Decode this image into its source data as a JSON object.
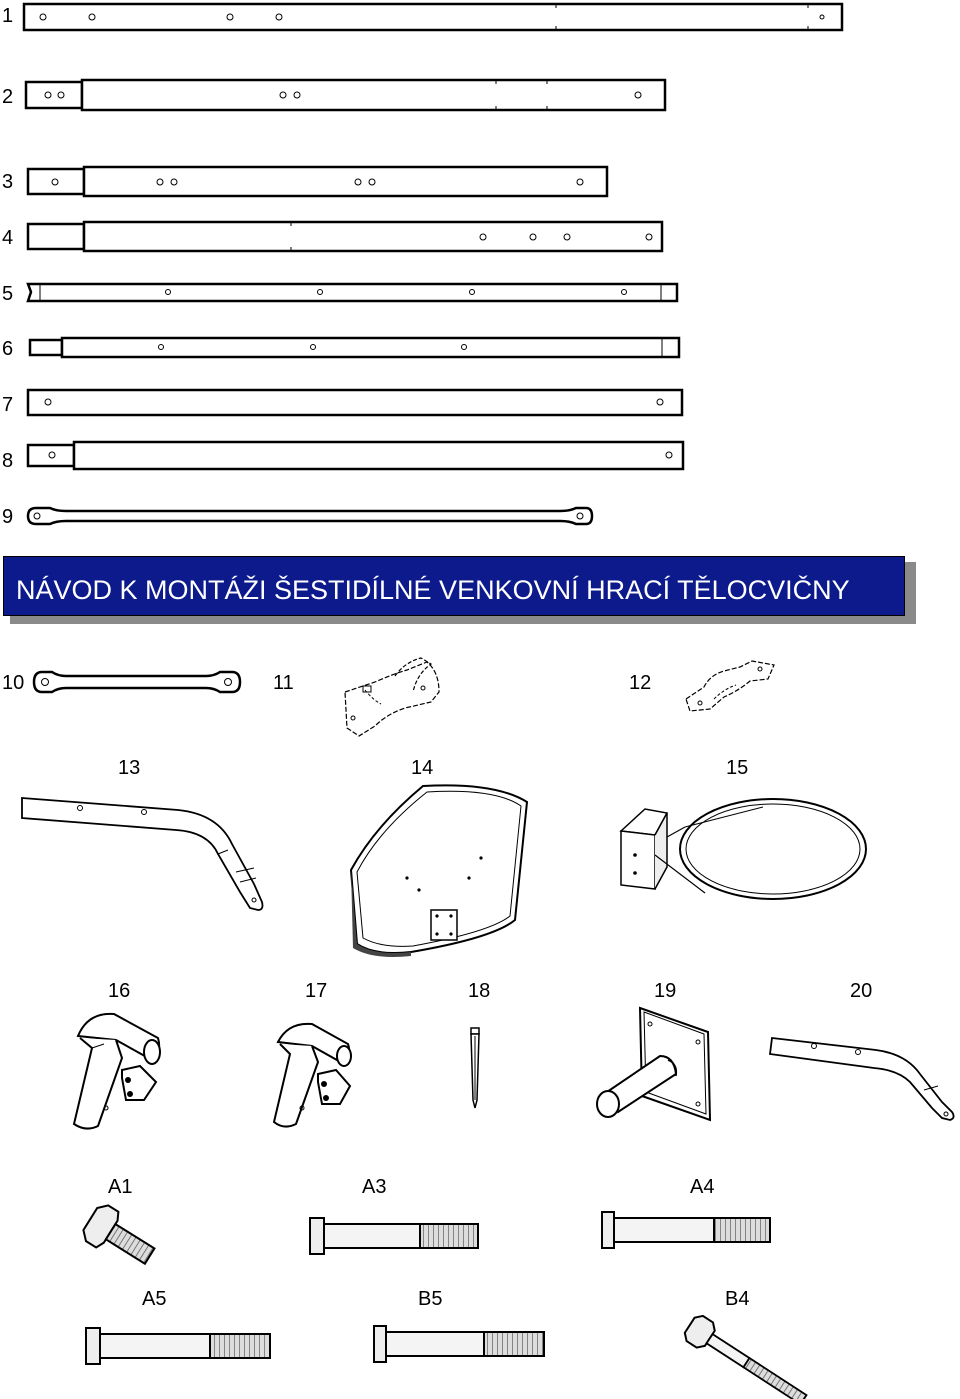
{
  "title": "NÁVOD K MONTÁŽI ŠESTIDÍLNÉ VENKOVNÍ HRACÍ TĚLOCVIČNY",
  "colors": {
    "banner": "#0c1a8c",
    "banner_text": "#ffffff"
  },
  "parts": [
    {
      "label": "1"
    },
    {
      "label": "2"
    },
    {
      "label": "3"
    },
    {
      "label": "4"
    },
    {
      "label": "5"
    },
    {
      "label": "6"
    },
    {
      "label": "7"
    },
    {
      "label": "8"
    },
    {
      "label": "9"
    },
    {
      "label": "10"
    },
    {
      "label": "11"
    },
    {
      "label": "12"
    },
    {
      "label": "13"
    },
    {
      "label": "14"
    },
    {
      "label": "15"
    },
    {
      "label": "16"
    },
    {
      "label": "17"
    },
    {
      "label": "18"
    },
    {
      "label": "19"
    },
    {
      "label": "20"
    }
  ],
  "hardware": [
    {
      "label": "A1"
    },
    {
      "label": "A3"
    },
    {
      "label": "A4"
    },
    {
      "label": "A5"
    },
    {
      "label": "B5"
    },
    {
      "label": "B4"
    }
  ]
}
